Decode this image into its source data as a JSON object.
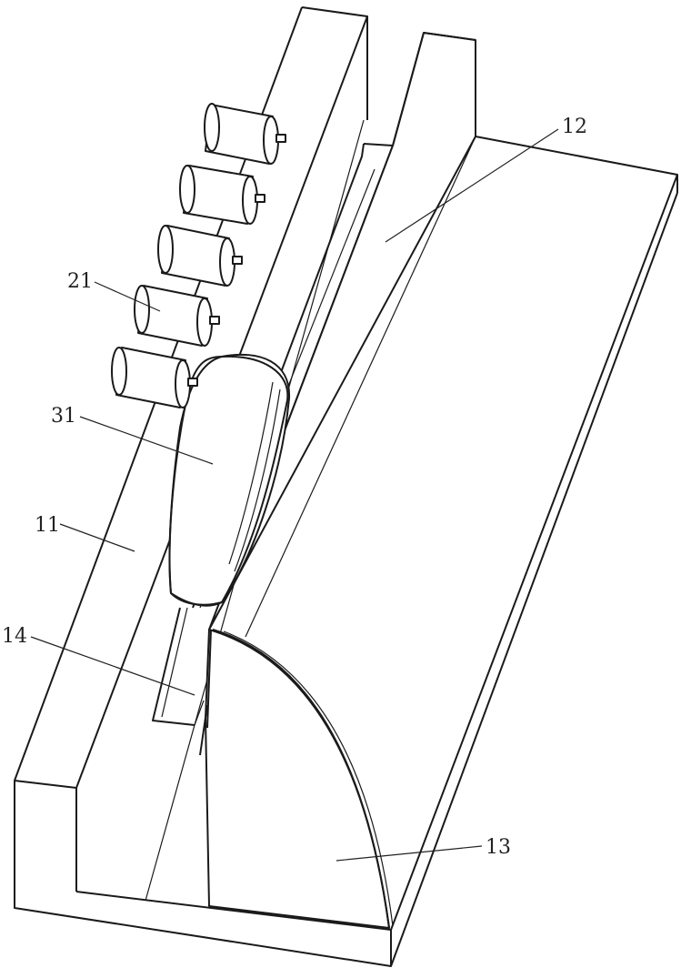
{
  "labels": {
    "l11": "11",
    "l12": "12",
    "l13": "13",
    "l14": "14",
    "l21": "21",
    "l31": "31"
  }
}
